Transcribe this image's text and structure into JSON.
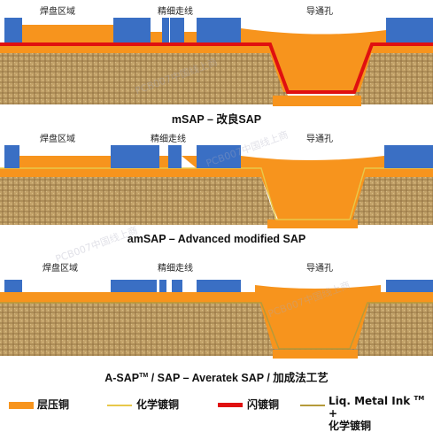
{
  "labels": {
    "pad_area": "焊盘区域",
    "fine_lines": "精细走线",
    "via": "导通孔"
  },
  "panels": [
    {
      "caption": "mSAP – 改良SAP"
    },
    {
      "caption": "amSAP – Advanced modified SAP"
    },
    {
      "caption_html": "A-SAP<sup>TM</sup> / SAP – Averatek SAP / 加成法工艺"
    }
  ],
  "legend": {
    "laminated_copper": "层压铜",
    "electroless_copper": "化学镀铜",
    "flash_copper": "闪镀铜",
    "liq_metal_ink_line1": "Liq. Metal Ink ",
    "liq_metal_ink_tm": "TM",
    "liq_metal_ink_plus": " +",
    "liq_metal_ink_line2": "化学镀铜"
  },
  "colors": {
    "copper": "#f7941d",
    "resist": "#3a6fc4",
    "flash": "#e01010",
    "electroless": "#e8c84a",
    "ink": "#b59a3a",
    "substrate": "#b8965c"
  },
  "watermark": "PCB007中国线上商"
}
